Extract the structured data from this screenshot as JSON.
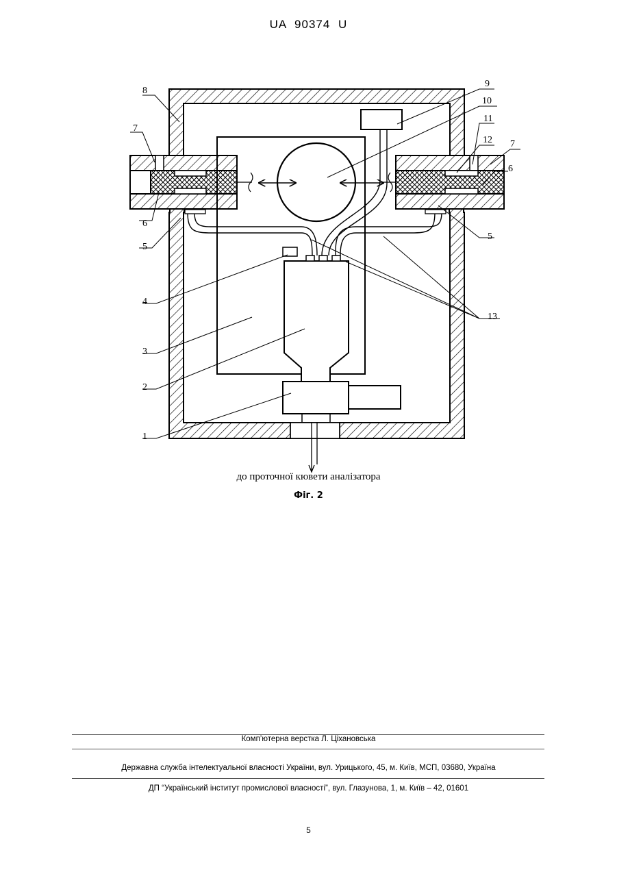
{
  "header": {
    "patent_number": "UA   90374   U"
  },
  "figure": {
    "labels": {
      "l1": "1",
      "l2": "2",
      "l3": "3",
      "l4": "4",
      "l5_left": "5",
      "l5_right": "5",
      "l6_left": "6",
      "l6_right": "6",
      "l7_left": "7",
      "l7_right": "7",
      "l8": "8",
      "l9": "9",
      "l10": "10",
      "l11": "11",
      "l12": "12",
      "l13": "13"
    },
    "caption": "до проточної кювети аналізатора",
    "title": "Фіг. 2"
  },
  "footer": {
    "layout_credit": "Комп’ютерна верстка Л. Ціхановська",
    "agency": "Державна служба інтелектуальної власності України, вул. Урицького, 45, м. Київ, МСП, 03680, Україна",
    "institute": "ДП “Український інститут промислової власності”, вул. Глазунова, 1, м. Київ – 42, 01601"
  },
  "page_number": "5"
}
